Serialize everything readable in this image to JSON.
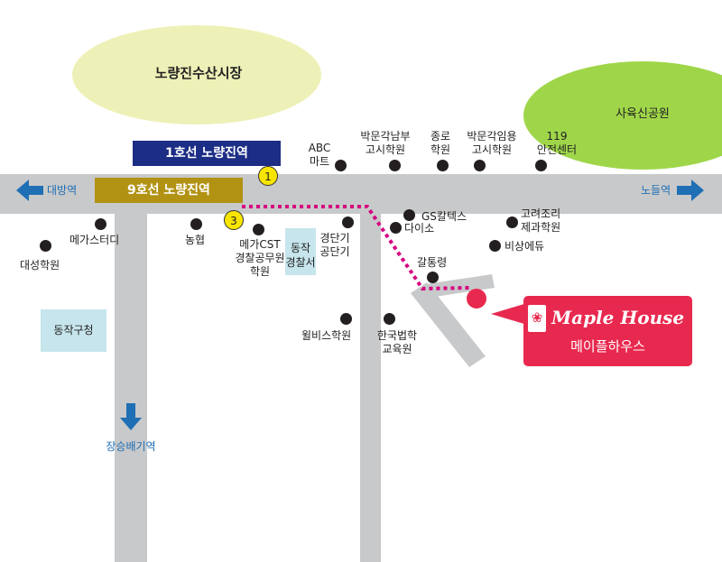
{
  "areas": {
    "fish_market": "노량진수산시장",
    "park": "사육신공원"
  },
  "stations": {
    "line1": "1호선 노량진역",
    "line9": "9호선 노량진역",
    "line1_color": "#1c2d86",
    "line9_color": "#b19213"
  },
  "exits": {
    "exit1": "1",
    "exit3": "3"
  },
  "directions": {
    "west": "대방역",
    "east": "노들역",
    "south": "장승배기역"
  },
  "landmarks": {
    "abc_mart": [
      "ABC",
      "마트"
    ],
    "park_hakwon_nambu": [
      "박문각남부",
      "고시학원"
    ],
    "jongro": [
      "종로",
      "학원"
    ],
    "park_hakwon_imyong": [
      "박문각임용",
      "고시학원"
    ],
    "center_119": [
      "119",
      "안전센터"
    ],
    "megastudy": "메가스터디",
    "daesung": "대성학원",
    "nonghyup": "농협",
    "mega_cst": [
      "메가CST",
      "경찰공무원",
      "학원"
    ],
    "police_station": [
      "동작",
      "경찰서"
    ],
    "kyungdangi": [
      "경단기",
      "공단기"
    ],
    "gs_caltex": "GS칼텍스",
    "daiso": "다이소",
    "goryeo": [
      "고려조리",
      "제과학원"
    ],
    "bisang_edu": "비상에듀",
    "galtongryeong": "갈통령",
    "wilbis": "윌비스학원",
    "hanguk_law": [
      "한국법학",
      "교육원"
    ],
    "gu_office": "동작구청"
  },
  "destination": {
    "name": "Maple House",
    "name_kr": "메이플하우스",
    "icon": "maple-leaf-icon",
    "accent": "#e8294f"
  },
  "colors": {
    "road": "#c8c9ca",
    "route": "#d6007f",
    "arrow": "#1f6fb5",
    "fish_market_area": "#eef1b7",
    "park_area": "#9fd649",
    "building": "#c7e5ec"
  }
}
